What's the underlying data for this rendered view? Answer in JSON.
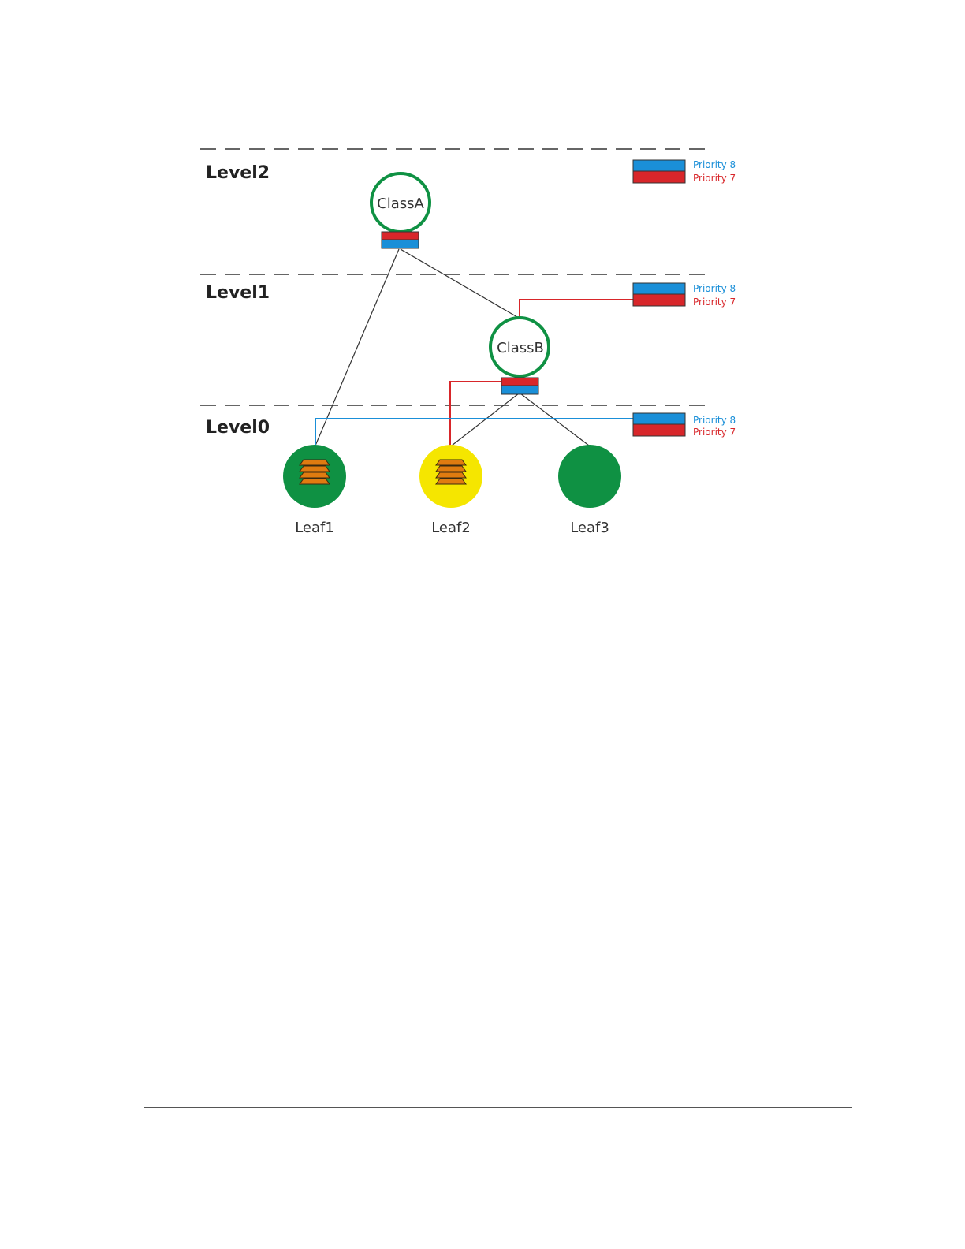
{
  "colors": {
    "priority8": "#1a8fd8",
    "priority7": "#d8262a",
    "node_green": "#0f9143",
    "leaf2_fill": "#f5e600",
    "packet_orange": "#e07b10",
    "line_gray": "#333333"
  },
  "levels": [
    {
      "id": "level2",
      "label": "Level2"
    },
    {
      "id": "level1",
      "label": "Level1"
    },
    {
      "id": "level0",
      "label": "Level0"
    }
  ],
  "nodes": [
    {
      "id": "classA",
      "label": "ClassA"
    },
    {
      "id": "classB",
      "label": "ClassB"
    },
    {
      "id": "leaf1",
      "label": "Leaf1"
    },
    {
      "id": "leaf2",
      "label": "Leaf2"
    },
    {
      "id": "leaf3",
      "label": "Leaf3"
    }
  ],
  "legend": {
    "priority8": "Priority 8",
    "priority7": "Priority 7"
  },
  "icons": {
    "packet_stack": "packet-stack-icon",
    "priority_queue": "priority-queue-icon"
  }
}
